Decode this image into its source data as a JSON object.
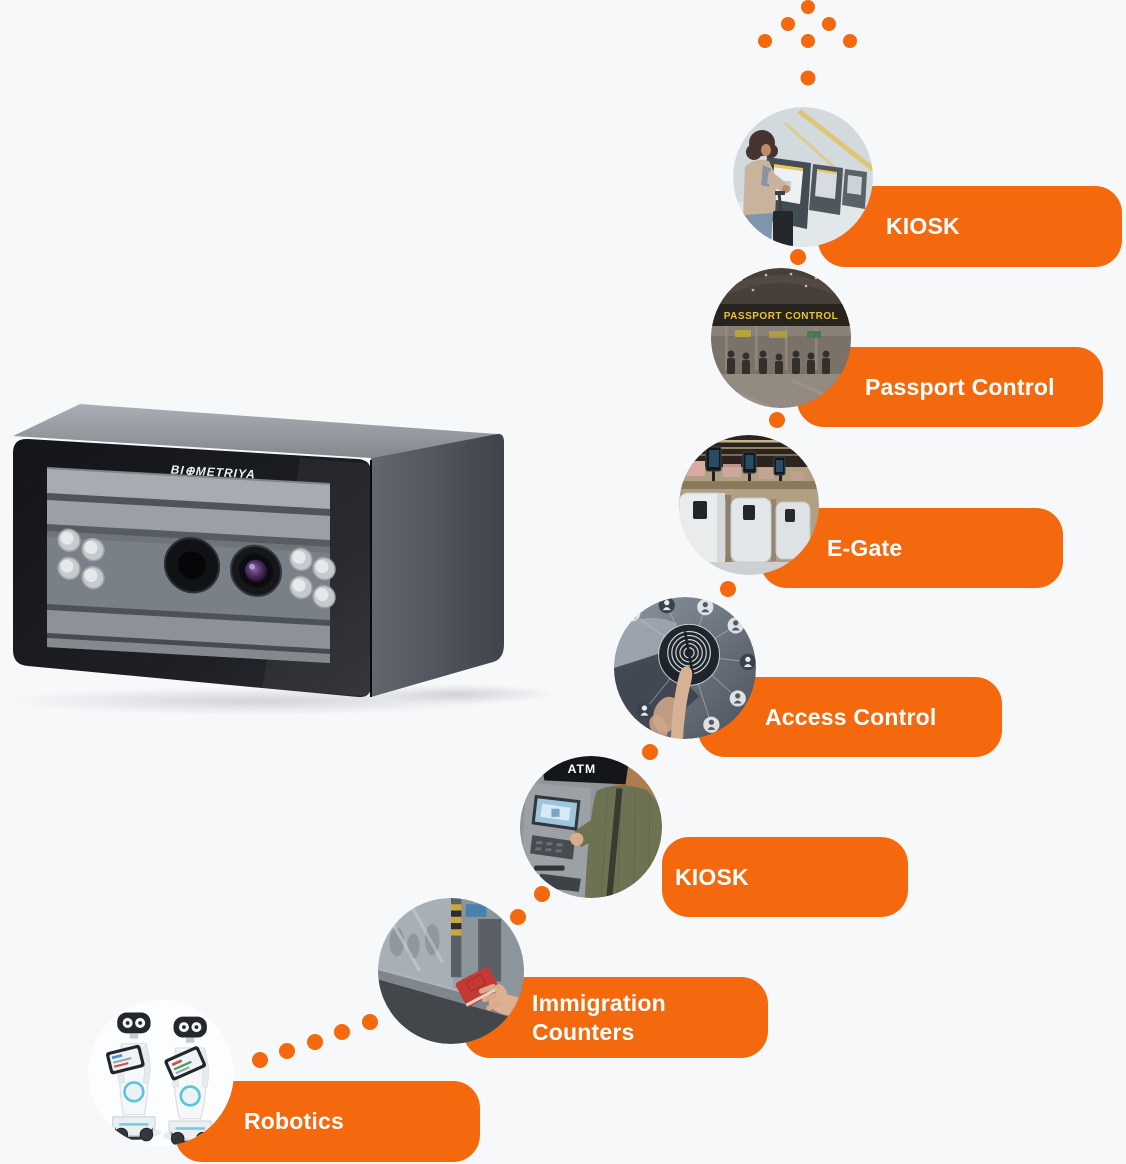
{
  "background": "#f7f8fa",
  "accent_orange": "#f4690d",
  "device": {
    "brand": "BI⊕METRIYA"
  },
  "steps": [
    {
      "label": "KIOSK",
      "photo": "traveler-at-self-checkin-kiosk"
    },
    {
      "label": "Passport Control",
      "photo": "passport-control-hall",
      "photo_text": "PASSPORT CONTROL"
    },
    {
      "label": "E-Gate",
      "photo": "automated-egates"
    },
    {
      "label": "Access Control",
      "photo": "fingerprint-identity-network"
    },
    {
      "label": "KIOSK",
      "photo": "person-using-atm",
      "photo_text": "ATM"
    },
    {
      "label": "Immigration Counters",
      "photo": "hand-with-passport-at-counter"
    },
    {
      "label": "Robotics",
      "photo": "service-robots"
    }
  ]
}
